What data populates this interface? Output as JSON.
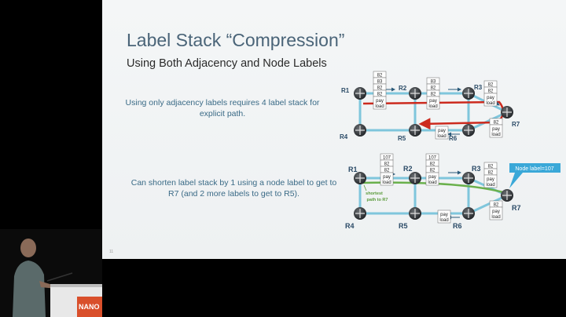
{
  "slide": {
    "title": "Label Stack “Compression”",
    "subtitle": "Using Both Adjacency and Node Labels",
    "text1": "Using only adjacency labels requires 4 label stack for explicit path.",
    "text2": "Can shorten label stack by 1 using a node label to get to R7  (and 2 more labels to get to R5).",
    "page_number": "11"
  },
  "diagram_top": {
    "routers": [
      "R1",
      "R2",
      "R3",
      "R7",
      "R6",
      "R5",
      "R4"
    ],
    "stack_r1": [
      "82",
      "83",
      "82",
      "82"
    ],
    "stack_r2": [
      "83",
      "82",
      "82"
    ],
    "stack_r3": [
      "82",
      "82"
    ],
    "stack_r7": [
      "82"
    ],
    "payload": "pay load"
  },
  "diagram_bottom": {
    "routers": [
      "R1",
      "R2",
      "R3",
      "R7",
      "R6",
      "R5",
      "R4"
    ],
    "stack_r1": [
      "107",
      "82",
      "82"
    ],
    "stack_r2": [
      "107",
      "82",
      "82"
    ],
    "stack_r3": [
      "82",
      "82"
    ],
    "stack_r7": [
      "82"
    ],
    "node_label_callout": "Node label=107",
    "shortest_path_label": "shortest path to R7",
    "payload": "pay load"
  },
  "podium": {
    "logo_text": "NANO"
  },
  "colors": {
    "title": "#4a6478",
    "text": "#3a6a86",
    "link": "#7fc6dc",
    "path_red": "#cc2a1e",
    "path_green": "#6ab04c",
    "callout": "#3aa8d8"
  }
}
